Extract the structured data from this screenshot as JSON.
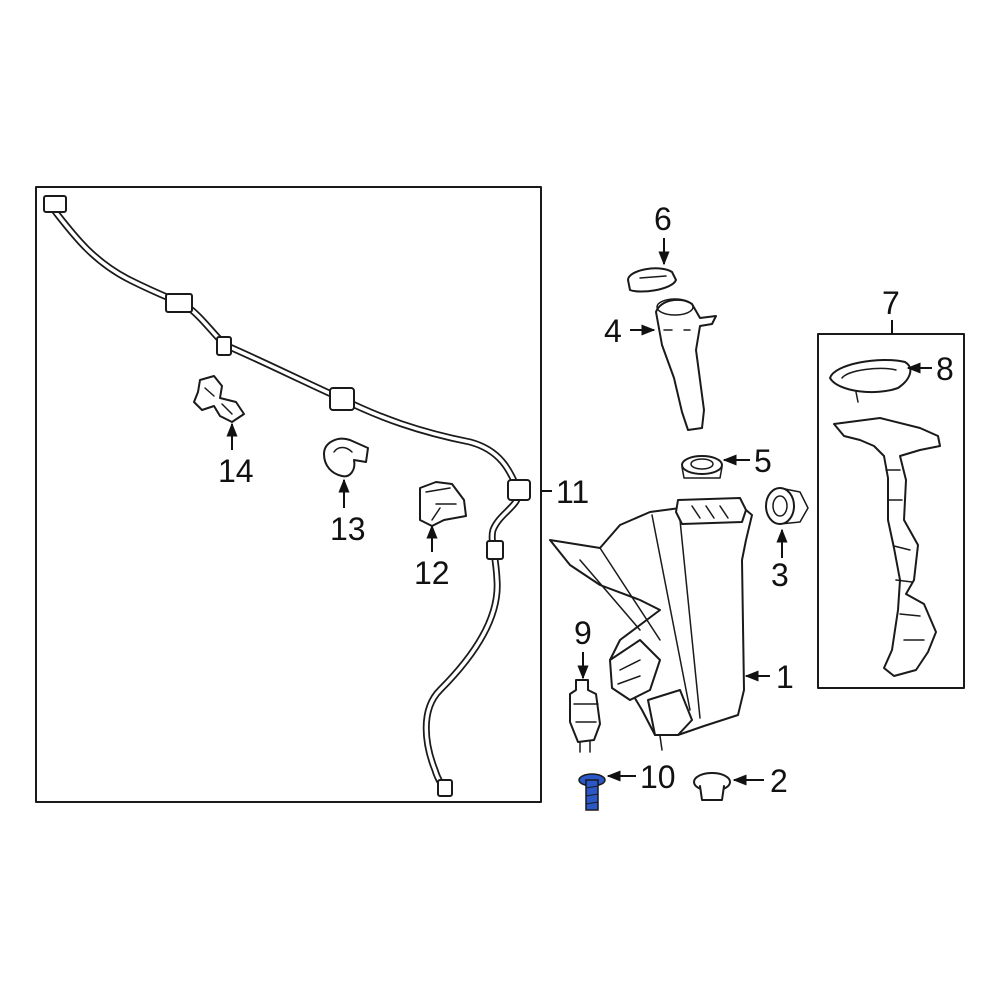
{
  "diagram": {
    "callouts": [
      {
        "id": "1",
        "label": "1"
      },
      {
        "id": "2",
        "label": "2"
      },
      {
        "id": "3",
        "label": "3"
      },
      {
        "id": "4",
        "label": "4"
      },
      {
        "id": "5",
        "label": "5"
      },
      {
        "id": "6",
        "label": "6"
      },
      {
        "id": "7",
        "label": "7"
      },
      {
        "id": "8",
        "label": "8"
      },
      {
        "id": "9",
        "label": "9"
      },
      {
        "id": "10",
        "label": "10"
      },
      {
        "id": "11",
        "label": "11"
      },
      {
        "id": "12",
        "label": "12"
      },
      {
        "id": "13",
        "label": "13"
      },
      {
        "id": "14",
        "label": "14"
      }
    ],
    "highlight_color": "#2b57c8",
    "line_color": "#1a1a1a"
  }
}
